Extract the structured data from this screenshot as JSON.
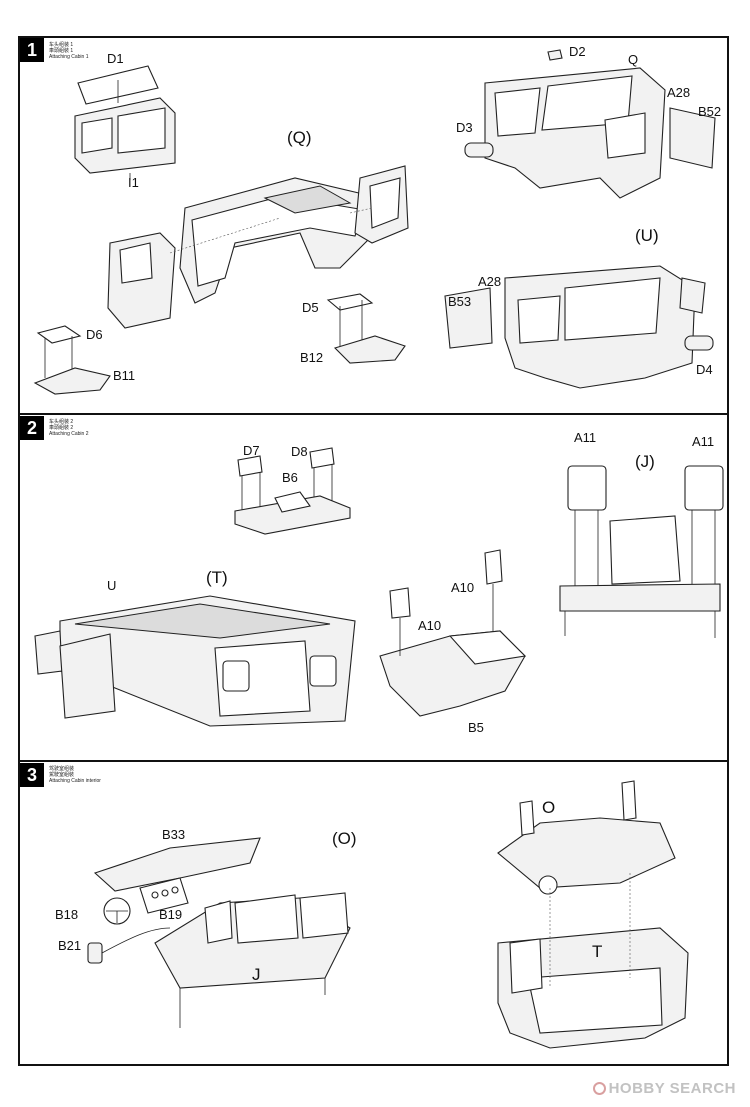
{
  "steps": [
    {
      "number": "1",
      "title_cn_simplified": "车头组装 1",
      "title_cn_traditional": "車頭組裝 1",
      "title_en": "Attaching Cabin 1",
      "part_labels": [
        "D1",
        "I1",
        "D2",
        "Q",
        "A28",
        "D3",
        "B52",
        "(Q)",
        "(U)",
        "A28",
        "B53",
        "D4",
        "D5",
        "B12",
        "D6",
        "B11"
      ]
    },
    {
      "number": "2",
      "title_cn_simplified": "车头组装 2",
      "title_cn_traditional": "車頭組裝 2",
      "title_en": "Attaching Cabin 2",
      "part_labels": [
        "D7",
        "D8",
        "B6",
        "A11",
        "A11",
        "(J)",
        "U",
        "(T)",
        "A10",
        "A10",
        "B5"
      ]
    },
    {
      "number": "3",
      "title_cn_simplified": "驾驶室组装",
      "title_cn_traditional": "駕駛室組裝",
      "title_en": "Attaching Cabin interior",
      "part_labels": [
        "B33",
        "(O)",
        "B18",
        "B19",
        "B21",
        "J",
        "O",
        "T"
      ]
    }
  ],
  "watermark": "HOBBY SEARCH"
}
